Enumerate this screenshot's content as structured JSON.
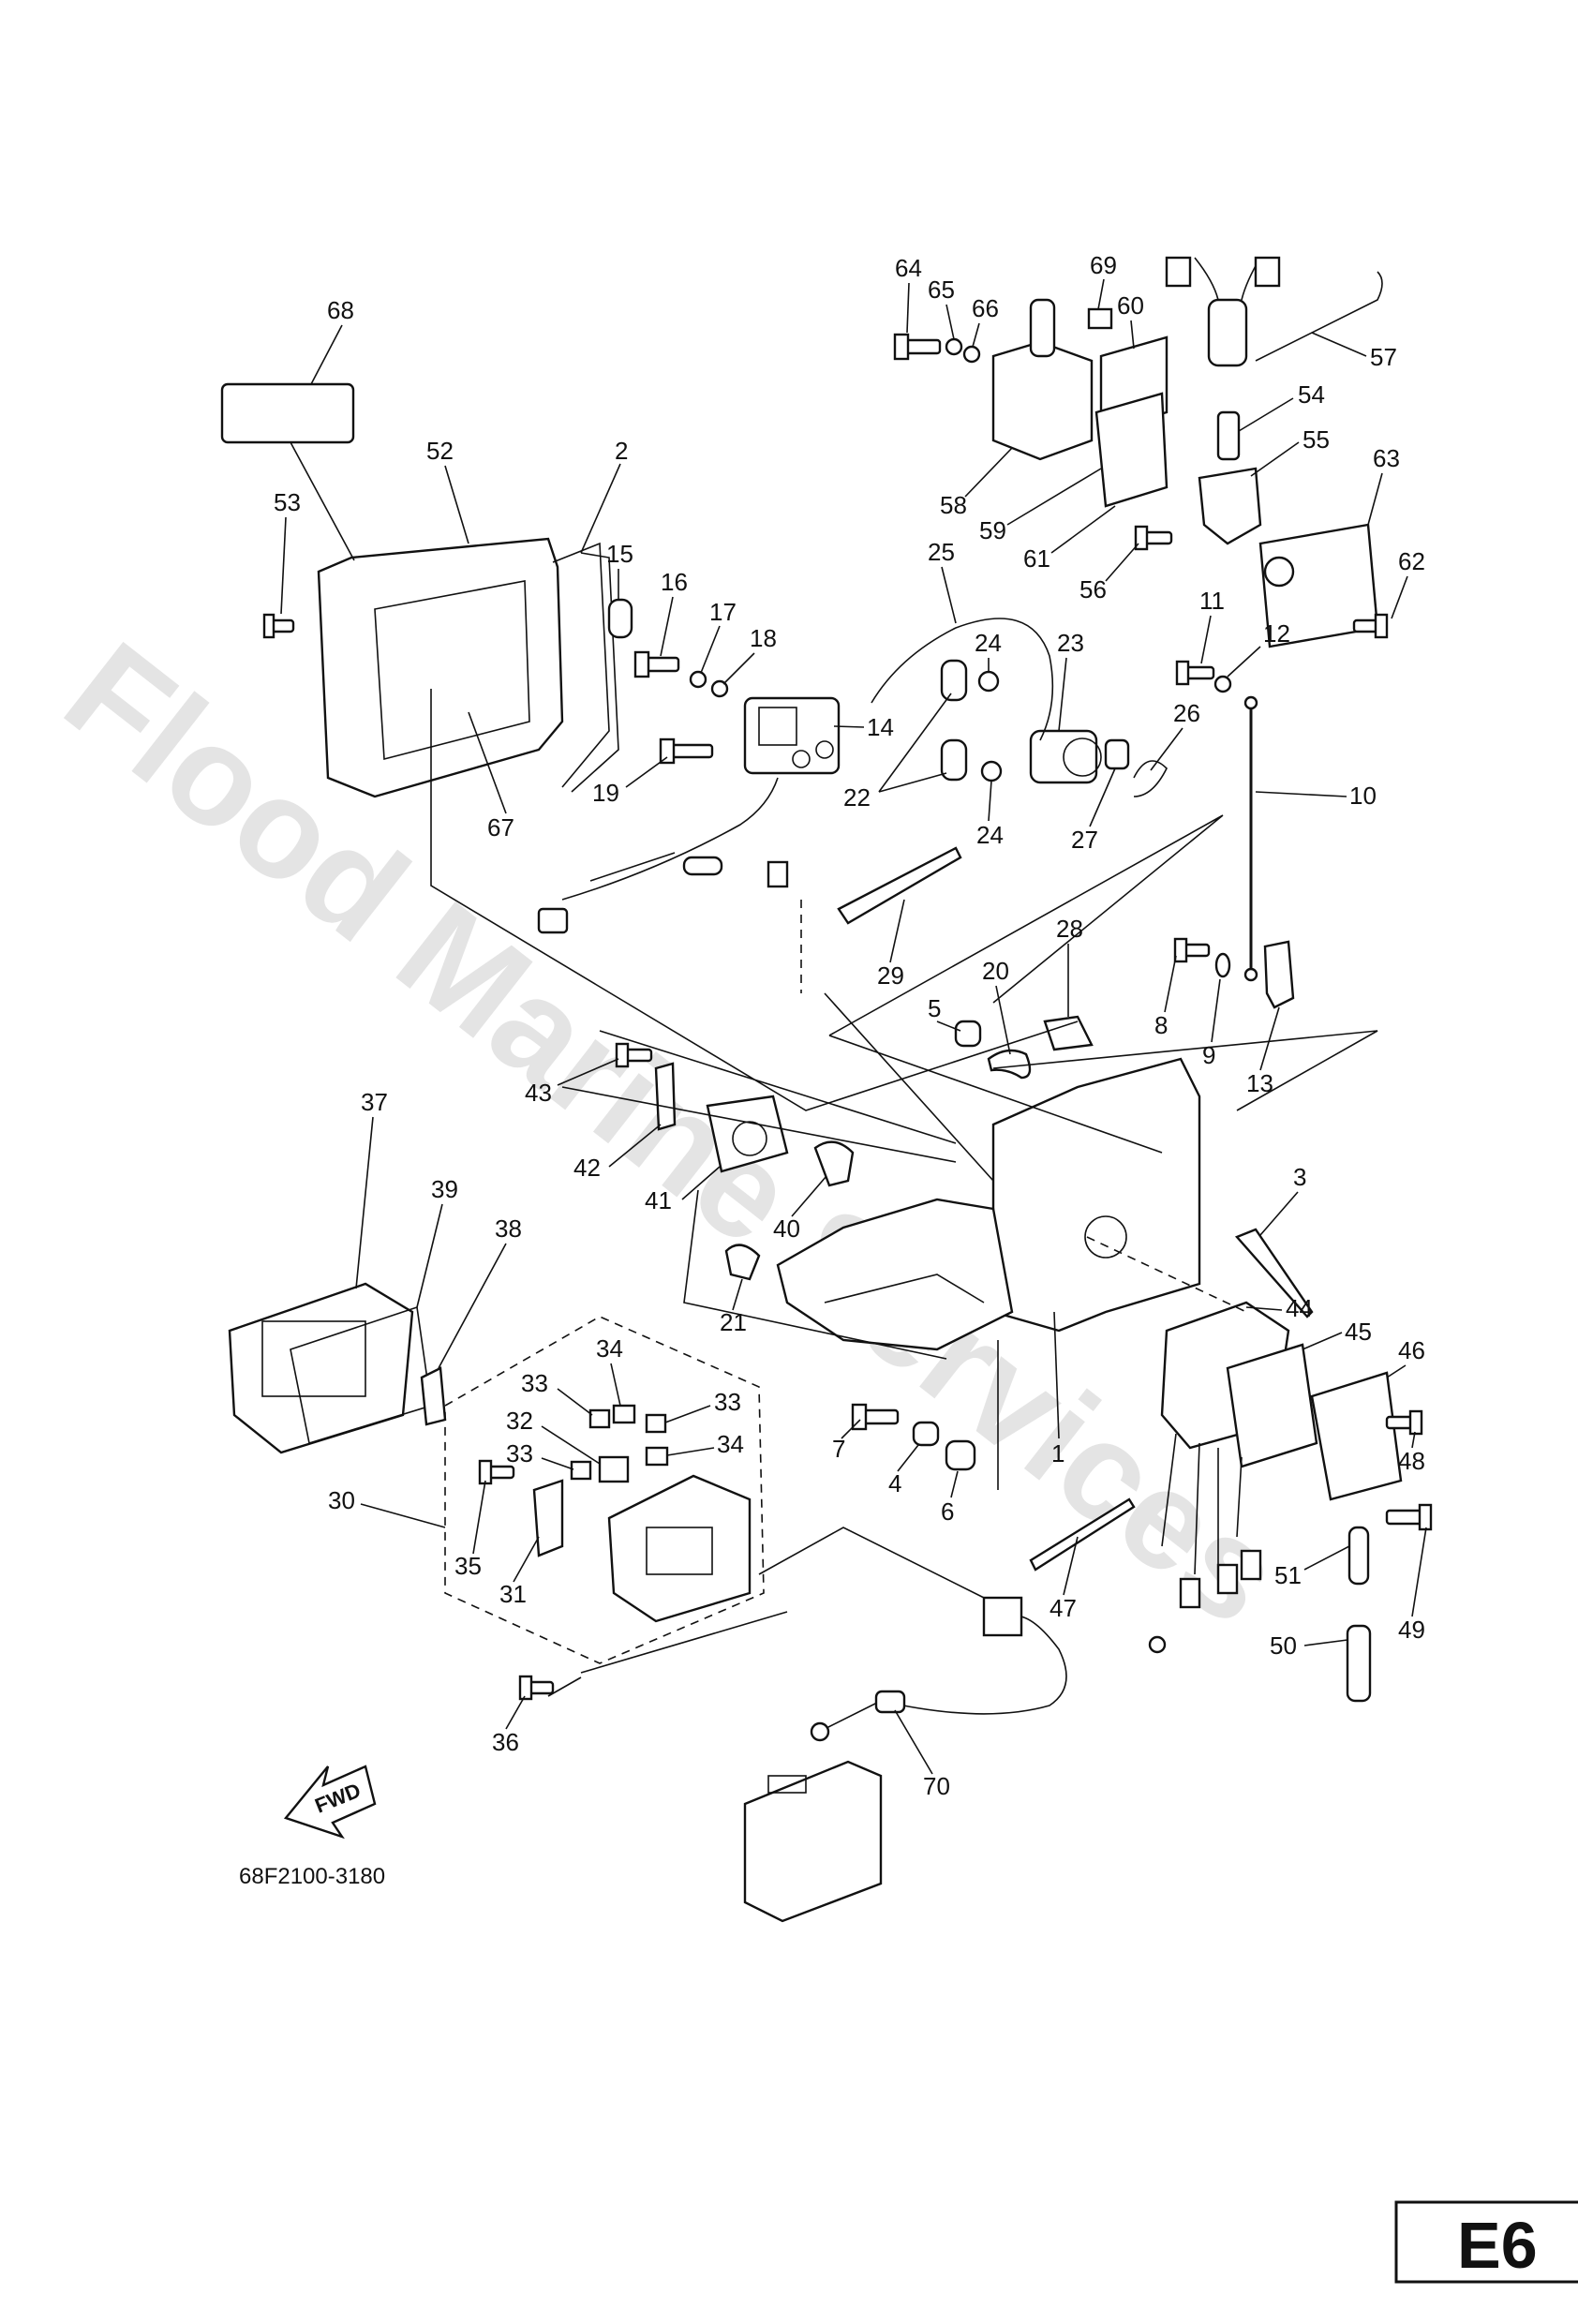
{
  "watermark": "Flood Marine Services",
  "diagram_code": "68F2100-3180",
  "page_label": "E6",
  "fwd_label": "FWD",
  "callouts": [
    "1",
    "2",
    "3",
    "4",
    "5",
    "6",
    "7",
    "8",
    "9",
    "10",
    "11",
    "12",
    "13",
    "14",
    "15",
    "16",
    "17",
    "18",
    "19",
    "20",
    "21",
    "22",
    "23",
    "24",
    "25",
    "26",
    "27",
    "28",
    "29",
    "30",
    "31",
    "32",
    "33",
    "34",
    "35",
    "36",
    "37",
    "38",
    "39",
    "40",
    "41",
    "42",
    "43",
    "44",
    "45",
    "46",
    "47",
    "48",
    "49",
    "50",
    "51",
    "52",
    "53",
    "54",
    "55",
    "56",
    "57",
    "58",
    "59",
    "60",
    "61",
    "62",
    "63",
    "64",
    "65",
    "66",
    "67",
    "68",
    "69",
    "70"
  ]
}
